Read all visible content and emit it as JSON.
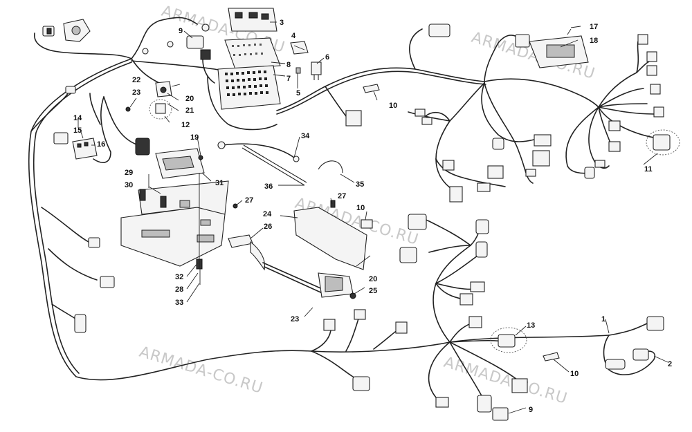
{
  "watermark": "ARMADA-CO.RU",
  "callouts": [
    "1",
    "2",
    "3",
    "4",
    "5",
    "6",
    "7",
    "8",
    "9",
    "10",
    "11",
    "12",
    "13",
    "14",
    "15",
    "16",
    "17",
    "18",
    "19",
    "20",
    "21",
    "22",
    "23",
    "24",
    "25",
    "26",
    "27",
    "28",
    "29",
    "30",
    "31",
    "32",
    "33",
    "34",
    "35",
    "36"
  ],
  "duplicate_callouts": {
    "c9b": "9",
    "c10b": "10",
    "c10c": "10",
    "c20b": "20",
    "c23b": "23",
    "c27b": "27"
  }
}
